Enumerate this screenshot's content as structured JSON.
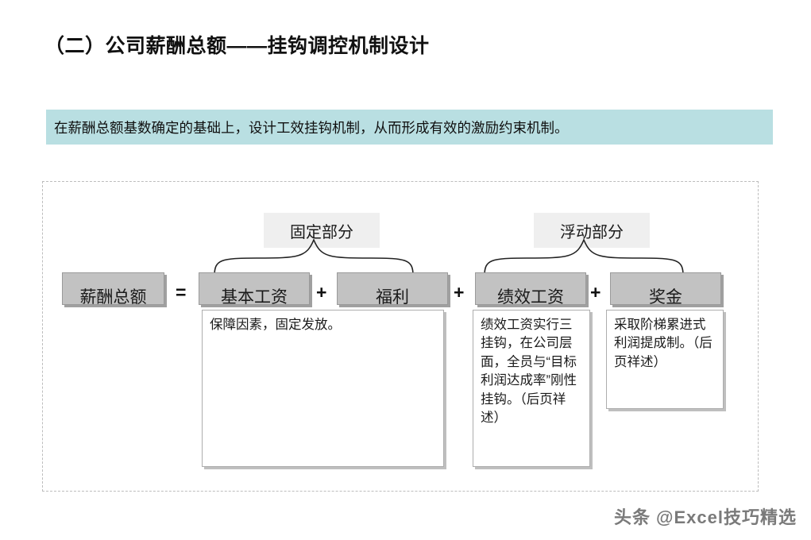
{
  "slide": {
    "title": "（二）公司薪酬总额——挂钩调控机制设计",
    "banner_text": "在薪酬总额基数确定的基础上，设计工效挂钩机制，从而形成有效的激励约束机制。",
    "watermark": "头条 @Excel技巧精选"
  },
  "colors": {
    "banner_bg": "#b9dfe2",
    "component_box": "#c2c2c2",
    "group_plate": "#efefef",
    "frame_border": "#bdbdbd"
  },
  "diagram": {
    "groups": [
      {
        "id": "fixed",
        "label": "固定部分"
      },
      {
        "id": "float",
        "label": "浮动部分"
      }
    ],
    "components": [
      {
        "id": "total",
        "label": "薪酬总额"
      },
      {
        "id": "base",
        "label": "基本工资"
      },
      {
        "id": "welfare",
        "label": "福利"
      },
      {
        "id": "perf",
        "label": "绩效工资"
      },
      {
        "id": "bonus",
        "label": "奖金"
      }
    ],
    "operators": {
      "equals": "=",
      "plus_1": "+",
      "plus_2": "+",
      "plus_3": "+"
    },
    "descriptions": [
      {
        "id": "base",
        "text": "保障因素，固定发放。"
      },
      {
        "id": "perf",
        "text": "绩效工资实行三挂钩，在公司层面，全员与“目标利润达成率”刚性挂钩。（后页祥述）"
      },
      {
        "id": "bonus",
        "text": "采取阶梯累进式利润提成制。（后页祥述）"
      }
    ]
  }
}
